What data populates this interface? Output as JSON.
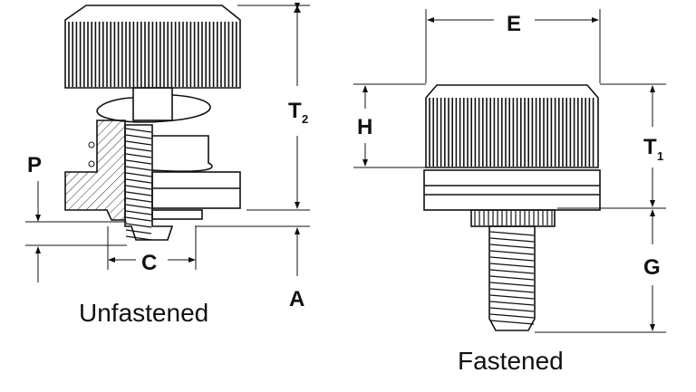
{
  "captions": {
    "unfastened": "Unfastened",
    "fastened": "Fastened"
  },
  "dimensions": {
    "t2": "T",
    "t2_sub": "2",
    "t1": "T",
    "t1_sub": "1",
    "p": "P",
    "c": "C",
    "a": "A",
    "e": "E",
    "h": "H",
    "g": "G"
  },
  "colors": {
    "ink": "#111111",
    "background": "#ffffff"
  }
}
